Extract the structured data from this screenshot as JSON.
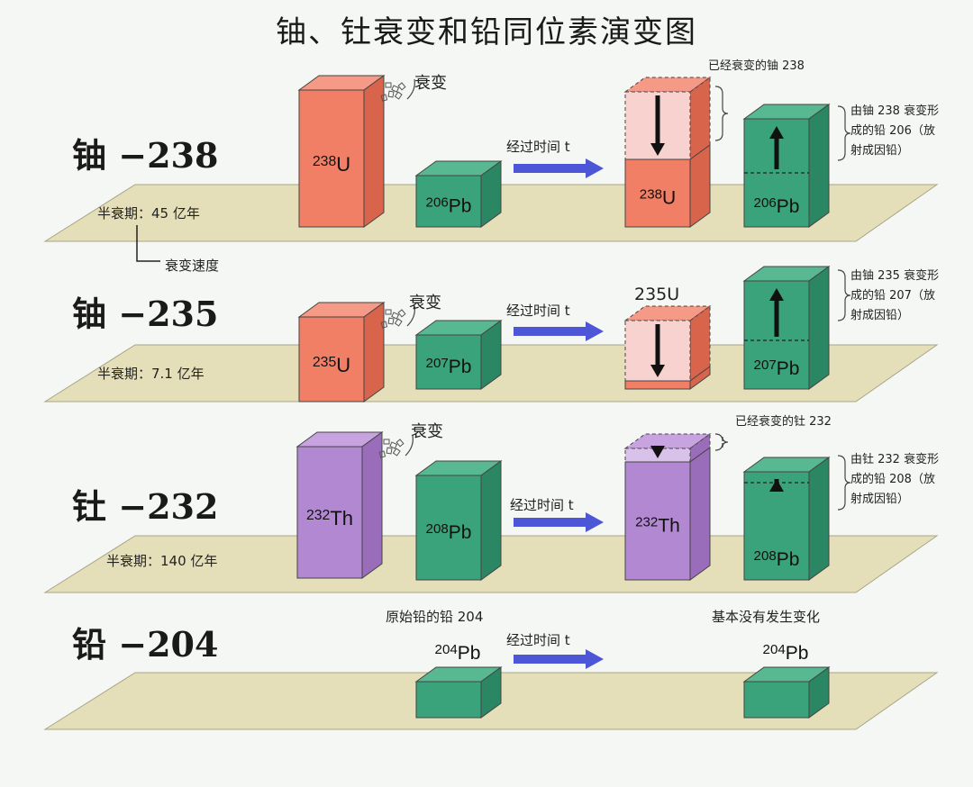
{
  "title": "铀、钍衰变和铅同位素演变图",
  "arrow_label": "经过时间 t",
  "decay_word": "衰变",
  "rows": [
    {
      "name": "铀 −238",
      "half_life": "半衰期：45 亿年",
      "parent_mass": "238",
      "parent_sym": "U",
      "daughter_mass": "206",
      "daughter_sym": "Pb",
      "decayed_fraction": 0.5,
      "decayed_note": "已经衰变的铀 238",
      "formed_note": [
        "由铀 238 衰变形",
        "成的铅 206（放",
        "射成因铅）"
      ],
      "extra": "衰变速度"
    },
    {
      "name": "铀 −235",
      "half_life": "半衰期：7.1 亿年",
      "parent_mass": "235",
      "parent_sym": "U",
      "daughter_mass": "207",
      "daughter_sym": "Pb",
      "decayed_fraction": 0.88,
      "top_label": "235U",
      "formed_note": [
        "由铀 235 衰变形",
        "成的铅 207（放",
        "射成因铅）"
      ]
    },
    {
      "name": "钍 −232",
      "half_life": "半衰期：140 亿年",
      "parent_mass": "232",
      "parent_sym": "Th",
      "daughter_mass": "208",
      "daughter_sym": "Pb",
      "decayed_fraction": 0.1,
      "decayed_note": "已经衰变的钍 232",
      "formed_note": [
        "由钍 232 衰变形",
        "成的铅 208（放",
        "射成因铅）"
      ]
    }
  ],
  "lead": {
    "name": "铅 −204",
    "left_label": "原始铅的铅 204",
    "right_label": "基本没有发生变化",
    "mass": "204",
    "sym": "Pb"
  },
  "colors": {
    "uranium": "#f07f66",
    "uranium_top": "#f59a86",
    "uranium_side": "#d8644c",
    "decayed": "#f7d2cf",
    "thorium": "#b388d2",
    "thorium_top": "#c7a3e0",
    "thorium_side": "#9a6dba",
    "thorium_decayed": "#d9c2ea",
    "lead": "#3aa37c",
    "lead_top": "#58b891",
    "lead_side": "#2b8663",
    "platform": "#e5dfb9",
    "arrow": "#4c56d6"
  },
  "icons": [
    "down-arrow-icon",
    "up-arrow-icon",
    "right-arrow-icon",
    "fragments-icon",
    "brace-icon"
  ]
}
